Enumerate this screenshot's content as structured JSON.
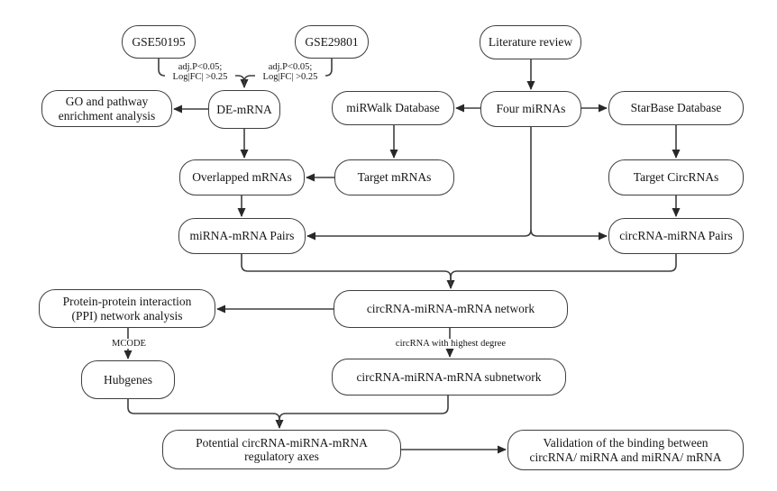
{
  "diagram": {
    "colors": {
      "background": "#ffffff",
      "line": "#3e3e3e",
      "text": "#161616",
      "arrowhead": "#282828"
    },
    "nodes": {
      "gse50195": {
        "label": "GSE50195"
      },
      "gse29801": {
        "label": "GSE29801"
      },
      "literature": {
        "label": "Literature review"
      },
      "go_pathway": {
        "line1": "GO and pathway",
        "line2": "enrichment analysis"
      },
      "de_mrna": {
        "label": "DE-mRNA"
      },
      "mirwalk": {
        "label": "miRWalk Database"
      },
      "four_mirnas": {
        "label": "Four miRNAs"
      },
      "starbase": {
        "label": "StarBase Database"
      },
      "overlapped_mrnas": {
        "label": "Overlapped mRNAs"
      },
      "target_mrnas": {
        "label": "Target mRNAs"
      },
      "target_circrnas": {
        "label": "Target CircRNAs"
      },
      "mirna_mrna_pairs": {
        "label": "miRNA-mRNA Pairs"
      },
      "circrna_mirna_pairs": {
        "label": "circRNA-miRNA Pairs"
      },
      "ppi": {
        "line1": "Protein-protein interaction",
        "line2": "(PPI) network analysis"
      },
      "network": {
        "label": "circRNA-miRNA-mRNA network"
      },
      "hubgenes": {
        "label": "Hubgenes"
      },
      "subnetwork": {
        "label": "circRNA-miRNA-mRNA subnetwork"
      },
      "potential": {
        "line1": "Potential circRNA-miRNA-mRNA",
        "line2": "regulatory axes"
      },
      "validation": {
        "line1": "Validation of the binding between",
        "line2": "circRNA/ miRNA and miRNA/ mRNA"
      }
    },
    "edge_labels": {
      "filter_left": {
        "line1": "adj.P<0.05;",
        "line2": "Log|FC| >0.25"
      },
      "filter_right": {
        "line1": "adj.P<0.05;",
        "line2": "Log|FC| >0.25"
      },
      "mcode": {
        "label": "MCODE"
      },
      "highest_degree": {
        "label": "circRNA with highest degree"
      }
    }
  }
}
